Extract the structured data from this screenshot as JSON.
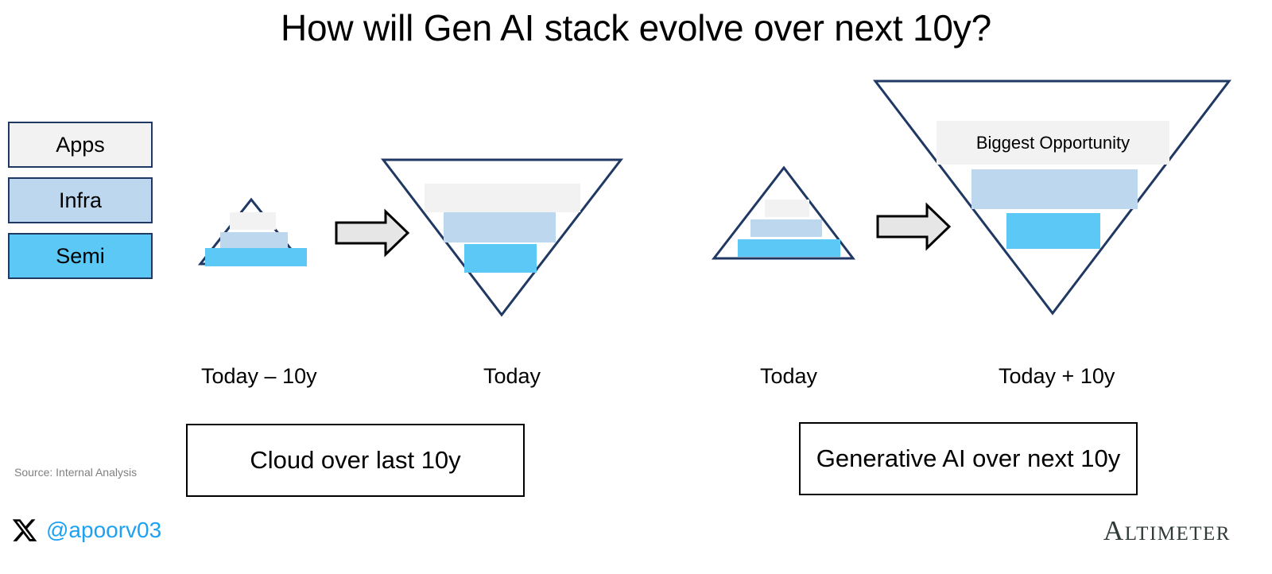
{
  "slide": {
    "title": "How will Gen AI stack evolve over next 10y?",
    "source_note": "Source: Internal Analysis",
    "background_color": "#FFFFFF"
  },
  "legend": {
    "items": [
      {
        "label": "Apps",
        "color": "#F2F2F2"
      },
      {
        "label": "Infra",
        "color": "#BDD7EE"
      },
      {
        "label": "Semi",
        "color": "#5BC8F5"
      }
    ],
    "border_color": "#1F3864"
  },
  "chart_data": {
    "type": "diagram",
    "title": "How will Gen AI stack evolve over next 10y?",
    "layers": [
      "Apps",
      "Infra",
      "Semi"
    ],
    "layer_colors": {
      "Apps": "#F2F2F2",
      "Infra": "#BDD7EE",
      "Semi": "#5BC8F5"
    },
    "outline_color": "#1F3864",
    "panels": [
      {
        "name": "cloud-over-last-10y",
        "summary_label": "Cloud over last 10y",
        "stages": [
          {
            "caption": "Today – 10y",
            "shape": "pyramid",
            "bars": [
              {
                "layer": "Apps",
                "relative_width": 0.42
              },
              {
                "layer": "Infra",
                "relative_width": 0.7
              },
              {
                "layer": "Semi",
                "relative_width": 1.25
              }
            ]
          },
          {
            "caption": "Today",
            "shape": "inverted-pyramid",
            "bars": [
              {
                "layer": "Apps",
                "relative_width": 1.0
              },
              {
                "layer": "Infra",
                "relative_width": 0.7
              },
              {
                "layer": "Semi",
                "relative_width": 0.48
              }
            ]
          }
        ]
      },
      {
        "name": "generative-ai-over-next-10y",
        "summary_label": "Generative AI over next 10y",
        "stages": [
          {
            "caption": "Today",
            "shape": "pyramid",
            "bars": [
              {
                "layer": "Apps",
                "relative_width": 0.48
              },
              {
                "layer": "Infra",
                "relative_width": 0.76
              },
              {
                "layer": "Semi",
                "relative_width": 1.05
              }
            ]
          },
          {
            "caption": "Today + 10y",
            "shape": "inverted-pyramid",
            "annotation": "Biggest Opportunity",
            "bars": [
              {
                "layer": "Apps",
                "relative_width": 1.0,
                "label": "Biggest Opportunity"
              },
              {
                "layer": "Infra",
                "relative_width": 0.66
              },
              {
                "layer": "Semi",
                "relative_width": 0.38
              }
            ]
          }
        ]
      }
    ],
    "arrows": [
      {
        "from": "Today – 10y",
        "to": "Today",
        "direction": "right"
      },
      {
        "from": "Today",
        "to": "Today + 10y",
        "direction": "right"
      }
    ]
  },
  "captions": {
    "left_past": "Today – 10y",
    "left_present": "Today",
    "right_present": "Today",
    "right_future": "Today + 10y"
  },
  "summary_boxes": {
    "left": "Cloud over last 10y",
    "right": "Generative AI over next 10y"
  },
  "bar_labels": {
    "biggest_opportunity": "Biggest Opportunity"
  },
  "footer": {
    "handle": "@apoorv03",
    "handle_color": "#1DA1F2",
    "x_icon": "x-logo-icon",
    "brand": "Altimeter"
  }
}
